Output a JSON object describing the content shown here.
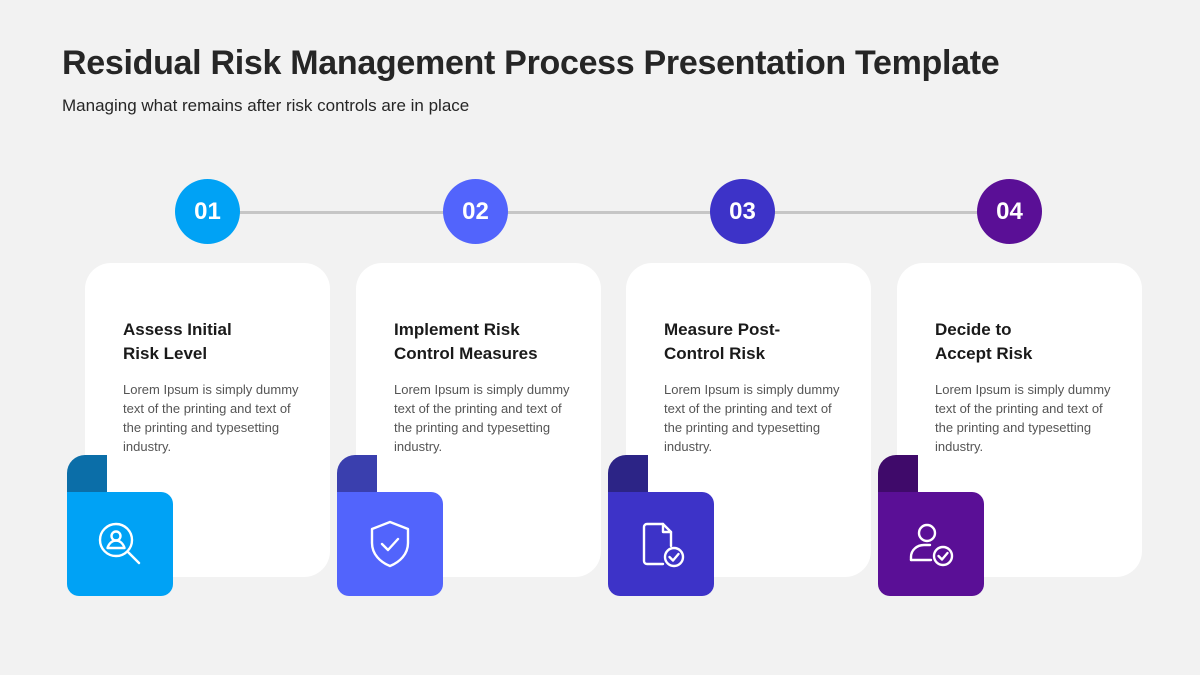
{
  "header": {
    "title": "Residual Risk Management Process Presentation Template",
    "subtitle": "Managing what remains after risk controls are in place"
  },
  "steps": [
    {
      "number": "01",
      "title_line1": "Assess Initial",
      "title_line2": "Risk Level",
      "text": "Lorem Ipsum is simply dummy text of the printing and text of the printing and typesetting industry.",
      "color": "#00a2f5",
      "fold_color": "#0b6ea8",
      "icon": "search-user-icon"
    },
    {
      "number": "02",
      "title_line1": "Implement Risk",
      "title_line2": "Control Measures",
      "text": "Lorem Ipsum is simply dummy text of the printing and text of the printing and typesetting industry.",
      "color": "#5264fc",
      "fold_color": "#3a3fae",
      "icon": "shield-check-icon"
    },
    {
      "number": "03",
      "title_line1": "Measure Post-",
      "title_line2": "Control Risk",
      "text": "Lorem Ipsum is simply dummy text of the printing and text of the printing and typesetting industry.",
      "color": "#3d33c8",
      "fold_color": "#2c2486",
      "icon": "document-check-icon"
    },
    {
      "number": "04",
      "title_line1": "Decide to",
      "title_line2": "Accept Risk",
      "text": "Lorem Ipsum is simply dummy text of the printing and text of the printing and typesetting industry.",
      "color": "#5a0f96",
      "fold_color": "#3f0a6a",
      "icon": "user-check-icon"
    }
  ]
}
